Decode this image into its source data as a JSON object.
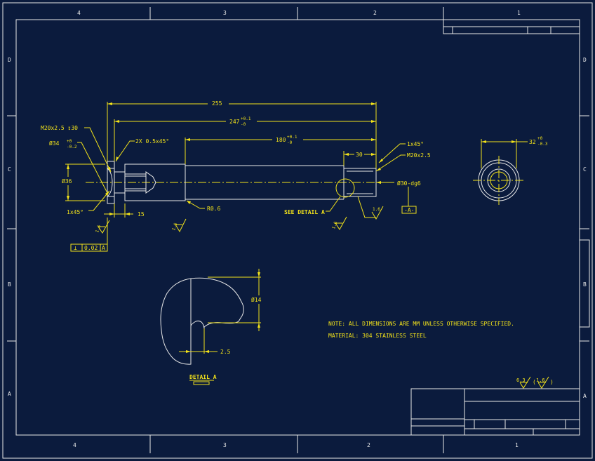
{
  "frame": {
    "zones_top": [
      "4",
      "3",
      "2",
      "1"
    ],
    "zones_bottom": [
      "4",
      "3",
      "2",
      "1"
    ],
    "rows_left": [
      "D",
      "C",
      "B",
      "A"
    ],
    "rows_right": [
      "D",
      "C",
      "B",
      "A"
    ]
  },
  "dims": {
    "overall": "255",
    "d247": "247",
    "d247_tol_upper": "+0.1",
    "d247_tol_lower": "-0",
    "d180": "180",
    "d180_tol_upper": "+0.1",
    "d180_tol_lower": "-0",
    "d30": "30",
    "thread_left": "M20x2.5 ↧30",
    "dia34": "Ø34",
    "dia34_tol_upper": "+0",
    "dia34_tol_lower": "-0.2",
    "chamfer": "2X 0.5x45°",
    "dia36": "Ø36",
    "chamfer_left": "1x45°",
    "d15": "15",
    "chamfer_right": "1x45°",
    "thread_right": "M20x2.5",
    "dia30": "Ø30-dg6",
    "radius": "R0.6",
    "datum": "-A-",
    "rough_1": "1.6",
    "rough_2": "1.6",
    "rough_3": "1.6",
    "rough_4": "1.6",
    "see_detail": "SEE DETAIL A",
    "fcf_symbol": "⊥",
    "fcf_tol": "0.02",
    "fcf_datum": "A",
    "end_dia": "32",
    "end_dia_tol_upper": "+0",
    "end_dia_tol_lower": "-0.3"
  },
  "detail": {
    "dia14": "Ø14",
    "d25": "2.5",
    "title": "DETAIL A"
  },
  "notes": {
    "line1": "NOTE: ALL DIMENSIONS ARE MM UNLESS OTHERWISE SPECIFIED.",
    "line2": "MATERIAL: 304 STAINLESS STEEL"
  },
  "finish": {
    "a": "6.3",
    "b": "1.6"
  }
}
